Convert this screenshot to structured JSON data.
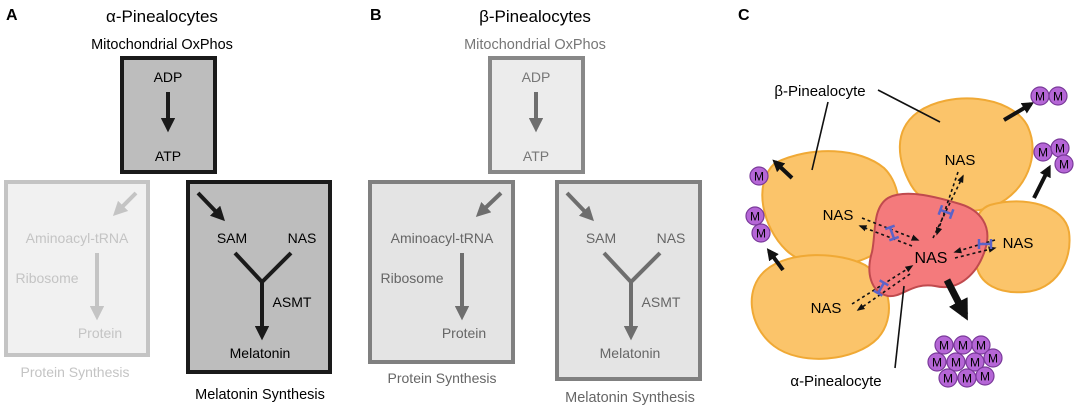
{
  "panel_a": {
    "letter": "A",
    "title": "α-Pinealocytes",
    "subtitle": "Mitochondrial OxPhos",
    "adp": "ADP",
    "atp": "ATP",
    "aminoacyl": "Aminoacyl-tRNA",
    "ribosome": "Ribosome",
    "protein": "Protein",
    "protein_synthesis": "Protein Synthesis",
    "sam": "SAM",
    "nas": "NAS",
    "asmt": "ASMT",
    "melatonin": "Melatonin",
    "melatonin_synthesis": "Melatonin Synthesis"
  },
  "panel_b": {
    "letter": "B",
    "title": "β-Pinealocytes",
    "subtitle": "Mitochondrial OxPhos",
    "adp": "ADP",
    "atp": "ATP",
    "aminoacyl": "Aminoacyl-tRNA",
    "ribosome": "Ribosome",
    "protein": "Protein",
    "protein_synthesis": "Protein Synthesis",
    "sam": "SAM",
    "nas": "NAS",
    "asmt": "ASMT",
    "melatonin": "Melatonin",
    "melatonin_synthesis": "Melatonin Synthesis"
  },
  "panel_c": {
    "letter": "C",
    "beta_label": "β-Pinealocyte",
    "alpha_label": "α-Pinealocyte",
    "nas": "NAS",
    "melatonin_symbol": "M"
  },
  "colors": {
    "alpha_cell": "#f47a7c",
    "beta_cell": "#fbc46a",
    "cell_border": "#f0a935",
    "melatonin": "#b566d6",
    "gap_junction": "#5b63c8"
  }
}
